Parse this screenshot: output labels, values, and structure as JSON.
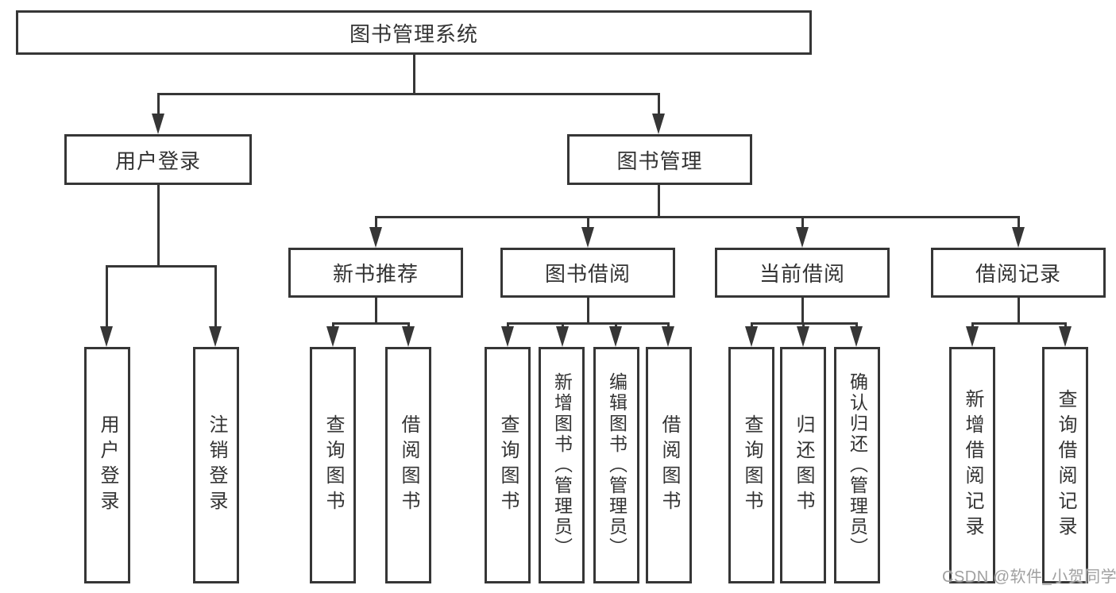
{
  "nodes": {
    "root": {
      "label": "图书管理系统"
    },
    "userLogin": {
      "label": "用户登录"
    },
    "bookMgmt": {
      "label": "图书管理"
    },
    "newBookRec": {
      "label": "新书推荐"
    },
    "bookBorrow": {
      "label": "图书借阅"
    },
    "currentBorrow": {
      "label": "当前借阅"
    },
    "borrowRecord": {
      "label": "借阅记录"
    },
    "leafLogin": {
      "label": "用户登录"
    },
    "leafLogout": {
      "label": "注销登录"
    },
    "nbQuery": {
      "label": "查询图书"
    },
    "nbBorrow": {
      "label": "借阅图书"
    },
    "bbQuery": {
      "label": "查询图书"
    },
    "bbAdd": {
      "label": "新增图书（管理员）"
    },
    "bbEdit": {
      "label": "编辑图书（管理员）"
    },
    "bbBorrow": {
      "label": "借阅图书"
    },
    "cbQuery": {
      "label": "查询图书"
    },
    "cbReturn": {
      "label": "归还图书"
    },
    "cbConfirm": {
      "label": "确认归还（管理员）"
    },
    "brAdd": {
      "label": "新增借阅记录"
    },
    "brQuery": {
      "label": "查询借阅记录"
    }
  },
  "watermark": {
    "text": "CSDN @软件_小贺同学"
  },
  "colors": {
    "line": "#363636",
    "text": "#333333",
    "watermark": "#a0a0a0",
    "background": "#ffffff"
  }
}
